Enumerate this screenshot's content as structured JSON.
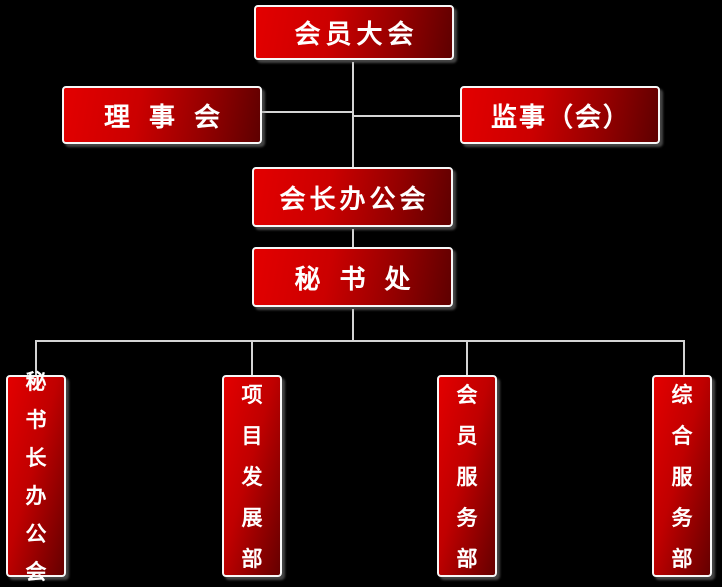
{
  "palette": {
    "background": "#000000",
    "node_fill_light": "#e30000",
    "node_fill_dark": "#5e0000",
    "node_border": "#f7f7f7",
    "node_text": "#ffffff",
    "connector": "#d4d4d4"
  },
  "chart": {
    "type": "org-chart",
    "level1": {
      "members_assembly": "会员大会"
    },
    "level2": {
      "board_of_directors": "理 事 会",
      "supervisory_board": "监事（会）"
    },
    "level3": {
      "presidents_office": "会长办公会"
    },
    "level4": {
      "secretariat": "秘 书 处"
    },
    "level5": [
      {
        "label": "秘书长办公会"
      },
      {
        "label": "项目发展部"
      },
      {
        "label": "会员服务部"
      },
      {
        "label": "综合服务部"
      }
    ]
  }
}
